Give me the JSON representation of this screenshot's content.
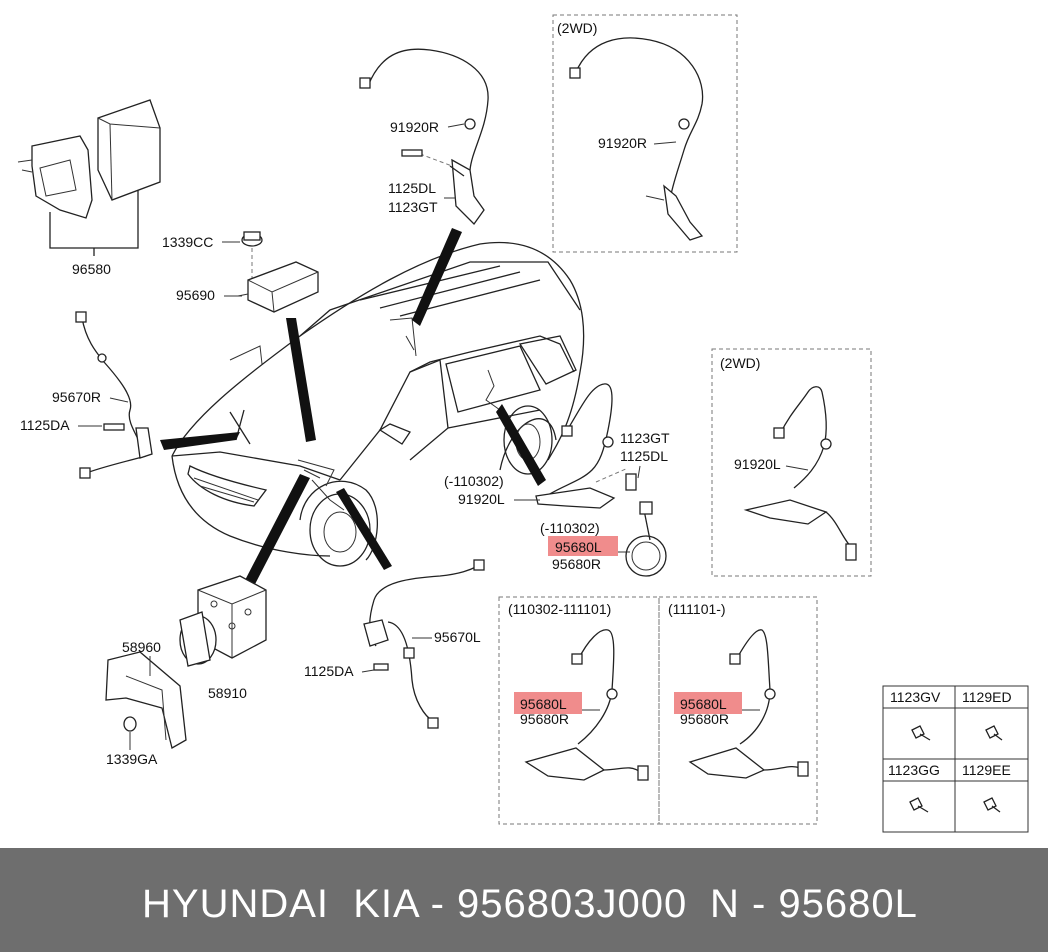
{
  "labels": {
    "p96580": "96580",
    "p1339CC": "1339CC",
    "p95690": "95690",
    "p91920R_top": "91920R",
    "p1125DL_top": "1125DL",
    "p1123GT_top": "1123GT",
    "p95670R": "95670R",
    "p1125DA_left": "1125DA",
    "p1123GT_mid": "1123GT",
    "p1125DL_mid": "1125DL",
    "date_110302_a": "(-110302)",
    "p91920L_mid": "91920L",
    "date_110302_b": "(-110302)",
    "p95680L_mid": "95680L",
    "p95680R_mid": "95680R",
    "p58960": "58960",
    "p58910": "58910",
    "p1339GA": "1339GA",
    "p95670L": "95670L",
    "p1125DA_bottom": "1125DA"
  },
  "insets": {
    "twoWD_top": {
      "title": "(2WD)",
      "part": "91920R"
    },
    "twoWD_right": {
      "title": "(2WD)",
      "part": "91920L"
    },
    "range_a": {
      "title": "(110302-111101)",
      "part_l": "95680L",
      "part_r": "95680R"
    },
    "range_b": {
      "title": "(111101-)",
      "part_l": "95680L",
      "part_r": "95680R"
    }
  },
  "fastener_table": {
    "headers_top": [
      "1123GV",
      "1129ED"
    ],
    "headers_bottom": [
      "1123GG",
      "1129EE"
    ]
  },
  "highlight_color": "#f08c8c",
  "footer": {
    "left": "HYUNDAI  KIA - 956803J000",
    "right": "N - 95680L"
  }
}
